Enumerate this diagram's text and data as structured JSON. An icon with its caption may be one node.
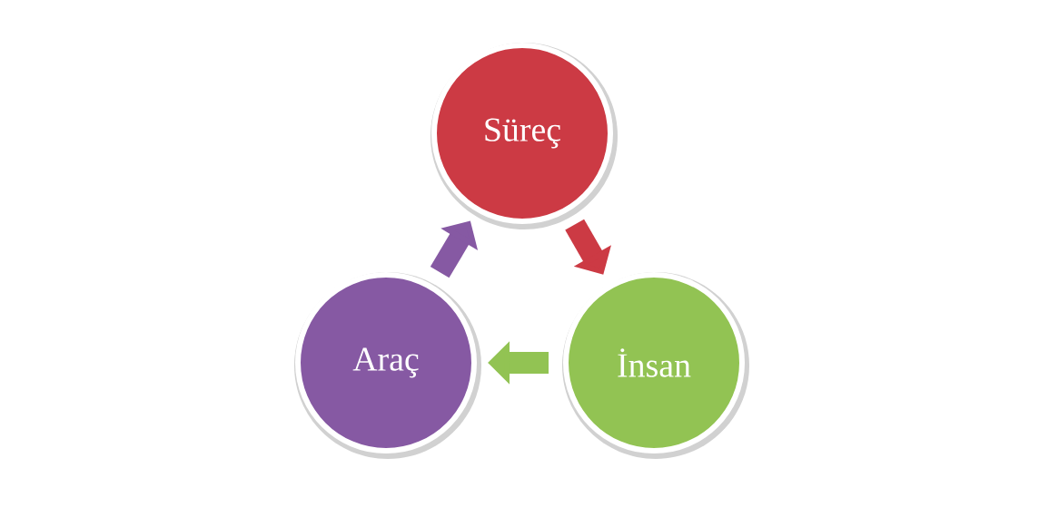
{
  "diagram": {
    "nodes": [
      {
        "text": [
          "Süreç"
        ]
      },
      {
        "text": [
          "İnsan"
        ]
      },
      {
        "text": [
          "Araç"
        ]
      }
    ],
    "edges": [
      {
        "from": 0,
        "to": 1,
        "arrow": "to",
        "color": "#cc3a44"
      },
      {
        "from": 1,
        "to": 2,
        "arrow": "to",
        "color": "#92c353"
      },
      {
        "from": 2,
        "to": 0,
        "arrow": "to",
        "color": "#8659a3"
      }
    ]
  }
}
